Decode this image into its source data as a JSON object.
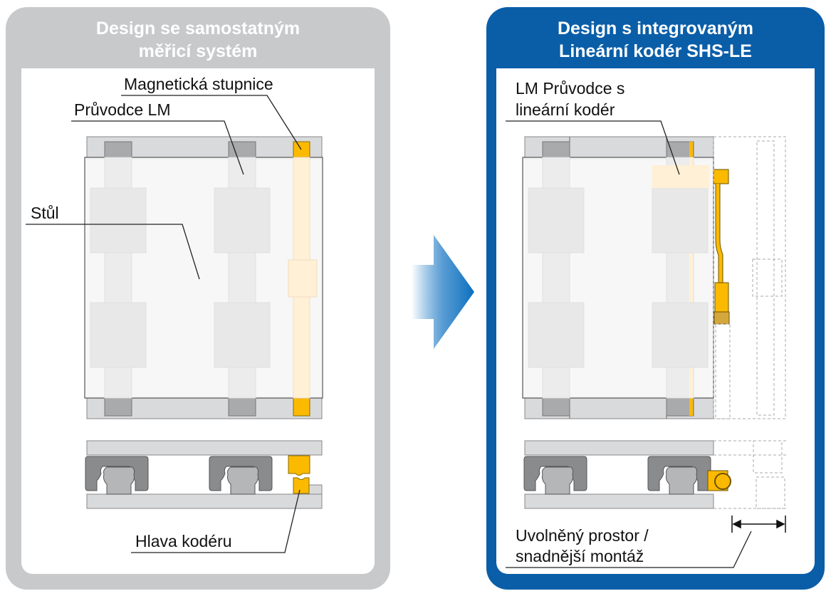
{
  "left_panel": {
    "title_line1": "Design se samostatným",
    "title_line2": "měřicí systém",
    "labels": {
      "magnetic_scale": "Magnetická stupnice",
      "lm_guide": "Průvodce LM",
      "table": "Stůl",
      "encoder_head": "Hlava kodéru"
    }
  },
  "right_panel": {
    "title_line1": "Design s integrovaným",
    "title_line2": "Lineární kodér SHS-LE",
    "labels": {
      "lm_guide_encoder_line1": "LM Průvodce s",
      "lm_guide_encoder_line2": "lineární kodér",
      "freed_space_line1": "Uvolněný prostor /",
      "freed_space_line2": "snadnější montáž"
    }
  },
  "colors": {
    "left_frame": "#c8c9cb",
    "right_frame": "#0a5ea8",
    "encoder_yellow": "#fbb900",
    "encoder_light": "#fff0d6",
    "rail_dark": "#a9aaac",
    "plate_gray": "#d9dadc",
    "block_dark": "#8a8b8d"
  },
  "arrow": {
    "direction": "right",
    "icon": "arrow-right-gradient-icon"
  }
}
